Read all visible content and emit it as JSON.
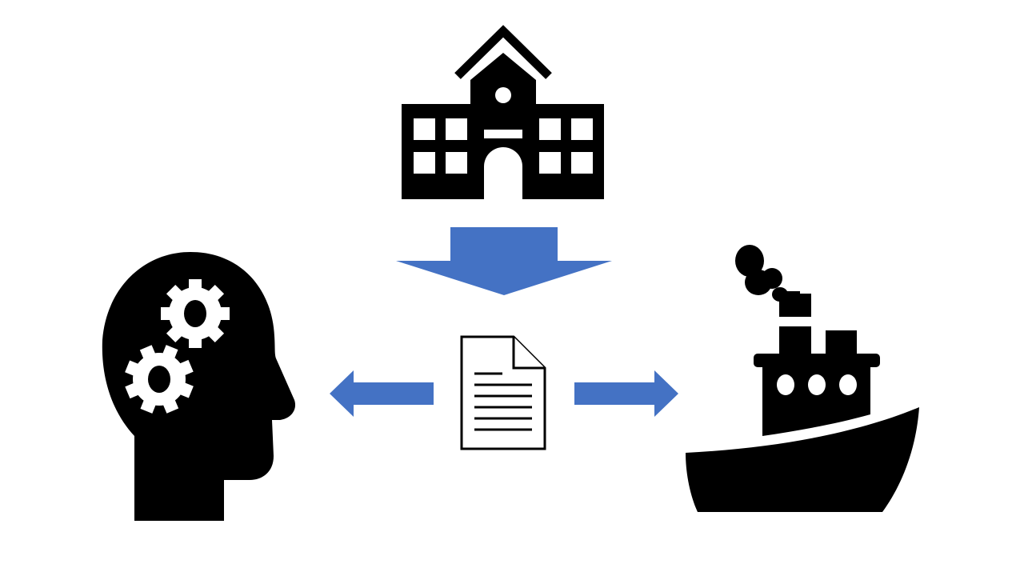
{
  "diagram": {
    "nodes": [
      {
        "id": "institution",
        "icon": "school-building-icon"
      },
      {
        "id": "document",
        "icon": "document-icon"
      },
      {
        "id": "mind",
        "icon": "head-gears-icon"
      },
      {
        "id": "ship",
        "icon": "steamship-icon"
      }
    ],
    "edges": [
      {
        "from": "institution",
        "to": "document",
        "icon": "arrow-down-icon"
      },
      {
        "from": "document",
        "to": "mind",
        "icon": "arrow-left-icon"
      },
      {
        "from": "document",
        "to": "ship",
        "icon": "arrow-right-icon"
      }
    ]
  },
  "colors": {
    "icon": "#000000",
    "arrow": "#4472C4",
    "background": "#FFFFFF",
    "document_fill": "#FFFFFF"
  }
}
